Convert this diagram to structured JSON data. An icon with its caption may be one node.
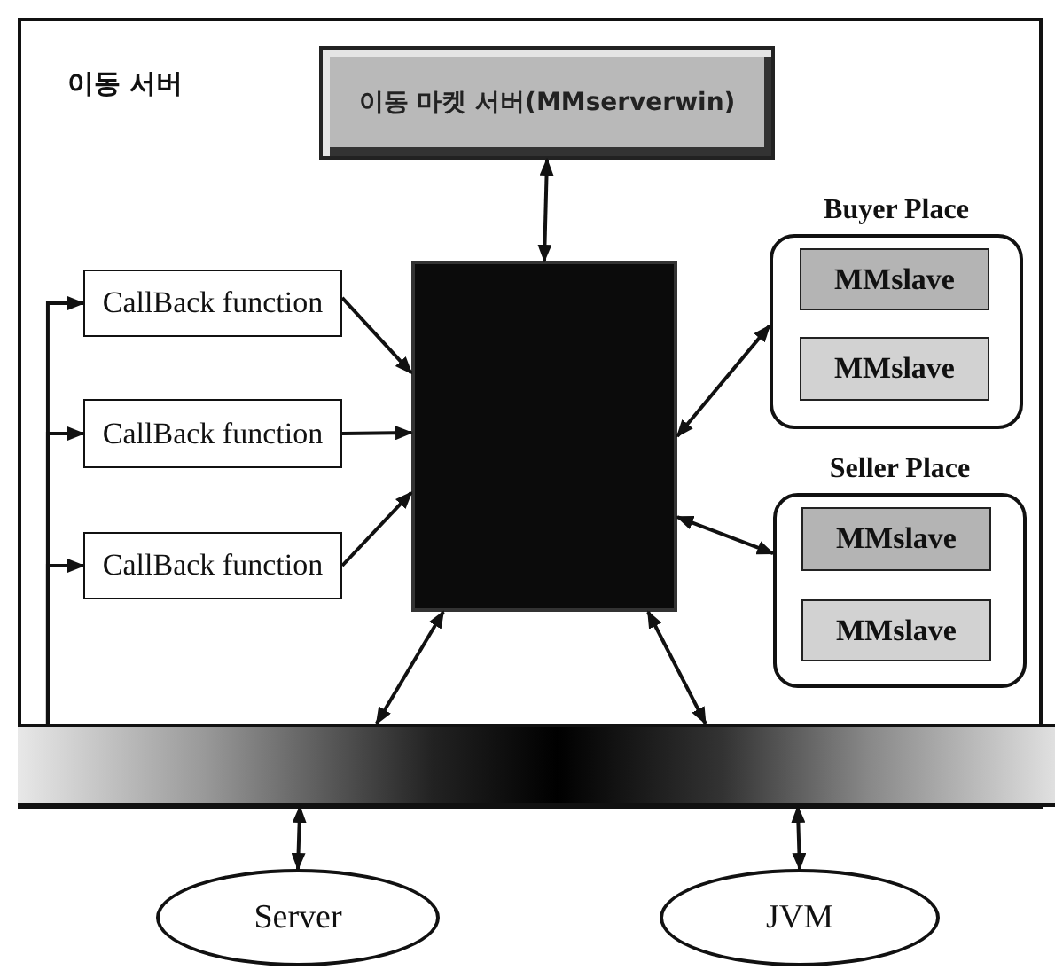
{
  "diagram": {
    "nodes": [
      {
        "text": [
          "이동 서버"
        ]
      },
      {
        "text": [
          "이동 마켓 서버(MMserverwin)"
        ],
        "in": 0
      },
      {
        "text": [
          "CallBack function"
        ],
        "in": 0
      },
      {
        "text": [
          "CallBack function"
        ],
        "in": 0
      },
      {
        "text": [
          "CallBack function"
        ],
        "in": 0
      },
      {
        "text": [],
        "shape": "box",
        "in": 0
      },
      {
        "text": [
          "Buyer Place"
        ],
        "in": 0
      },
      {
        "text": [
          "MMslave"
        ],
        "in": 6
      },
      {
        "text": [
          "MMslave"
        ],
        "in": 6
      },
      {
        "text": [
          "Seller Place"
        ],
        "in": 0
      },
      {
        "text": [
          "MMslave"
        ],
        "in": 9
      },
      {
        "text": [
          "MMslave"
        ],
        "in": 9
      },
      {
        "text": [],
        "shape": "bar",
        "in": 0
      },
      {
        "text": [
          "Server"
        ]
      },
      {
        "text": [
          "JVM"
        ]
      }
    ],
    "edges": [
      {
        "from": 1,
        "to": 5,
        "arrow": "both"
      },
      {
        "from": 2,
        "to": 5,
        "arrow": "to"
      },
      {
        "from": 3,
        "to": 5,
        "arrow": "to"
      },
      {
        "from": 4,
        "to": 5,
        "arrow": "to"
      },
      {
        "from": 5,
        "to": 6,
        "arrow": "both"
      },
      {
        "from": 5,
        "to": 9,
        "arrow": "both"
      },
      {
        "from": 5,
        "to": 12,
        "arrow": "both"
      },
      {
        "from": 5,
        "to": 12,
        "arrow": "both"
      },
      {
        "from": 12,
        "to": 2,
        "arrow": "to"
      },
      {
        "from": 12,
        "to": 3,
        "arrow": "to"
      },
      {
        "from": 12,
        "to": 4,
        "arrow": "to"
      },
      {
        "from": 12,
        "to": 13,
        "arrow": "both"
      },
      {
        "from": 12,
        "to": 14,
        "arrow": "both"
      }
    ]
  }
}
